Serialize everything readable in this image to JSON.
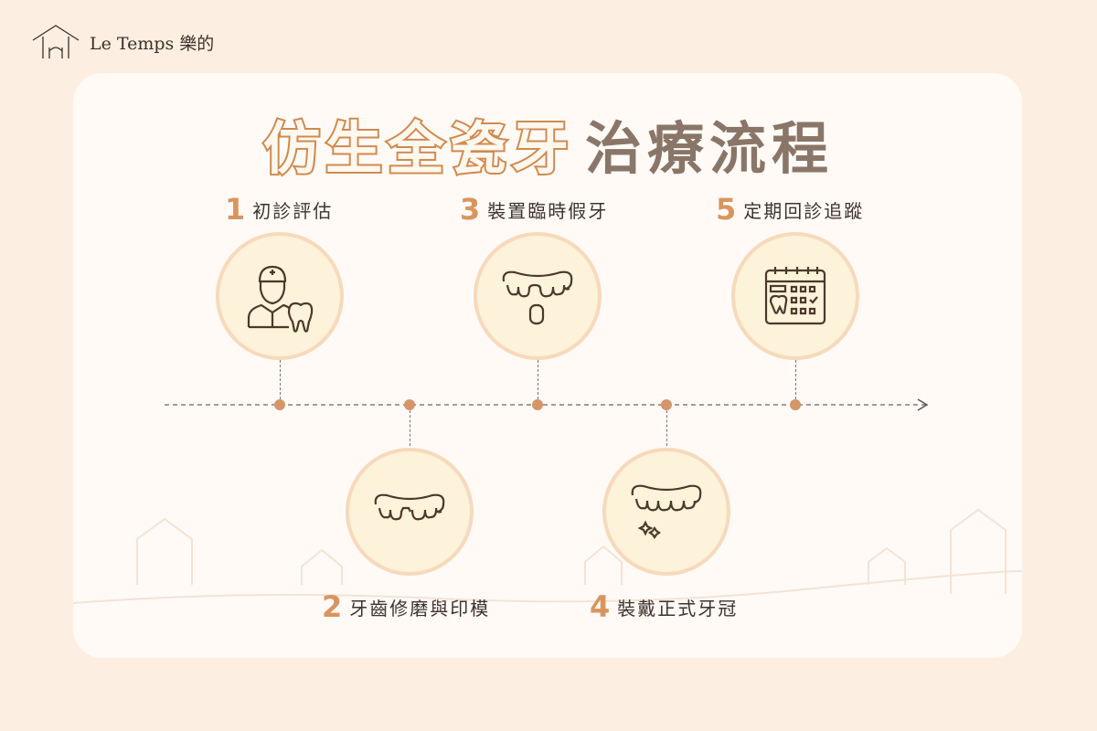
{
  "brand": {
    "name": "Le Temps 樂的"
  },
  "title": {
    "highlight": "仿生全瓷牙",
    "rest": "治療流程"
  },
  "steps": [
    {
      "num": "1",
      "label": "初診評估",
      "icon": "dentist-with-tooth-icon"
    },
    {
      "num": "2",
      "label": "牙齒修磨與印模",
      "icon": "teeth-prepared-icon"
    },
    {
      "num": "3",
      "label": "裝置臨時假牙",
      "icon": "temporary-tooth-icon"
    },
    {
      "num": "4",
      "label": "裝戴正式牙冠",
      "icon": "sparkling-teeth-icon"
    },
    {
      "num": "5",
      "label": "定期回診追蹤",
      "icon": "calendar-tooth-icon"
    }
  ],
  "colors": {
    "background": "#fdeee2",
    "accent": "#d9955e",
    "title_gray": "#8a7668",
    "circle": "#fdf2da"
  }
}
